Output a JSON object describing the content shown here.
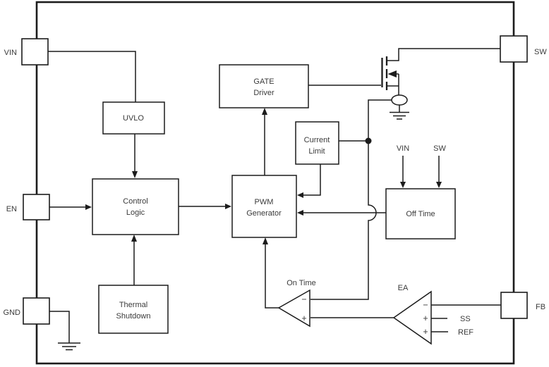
{
  "diagram": {
    "pins": {
      "vin": "VIN",
      "en": "EN",
      "gnd": "GND",
      "sw": "SW",
      "fb": "FB"
    },
    "blocks": {
      "uvlo": "UVLO",
      "control_logic": [
        "Control",
        "Logic"
      ],
      "thermal_shutdown": [
        "Thermal",
        "Shutdown"
      ],
      "gate_driver": [
        "GATE",
        "Driver"
      ],
      "pwm_generator": [
        "PWM",
        "Generator"
      ],
      "current_limit": [
        "Current",
        "Limit"
      ],
      "off_time": "Off Time"
    },
    "off_time_inputs": {
      "vin": "VIN",
      "sw": "SW"
    },
    "comparators": {
      "on_time": {
        "label": "On Time",
        "minus": "−",
        "plus": "+"
      },
      "error_amp": {
        "label": "EA",
        "minus": "−",
        "plus1": "+",
        "plus2": "+",
        "ref1": "SS",
        "ref2": "REF"
      }
    },
    "colors": {
      "line": "#1c1c1c",
      "text": "#3a3a3a",
      "background": "#ffffff"
    }
  }
}
